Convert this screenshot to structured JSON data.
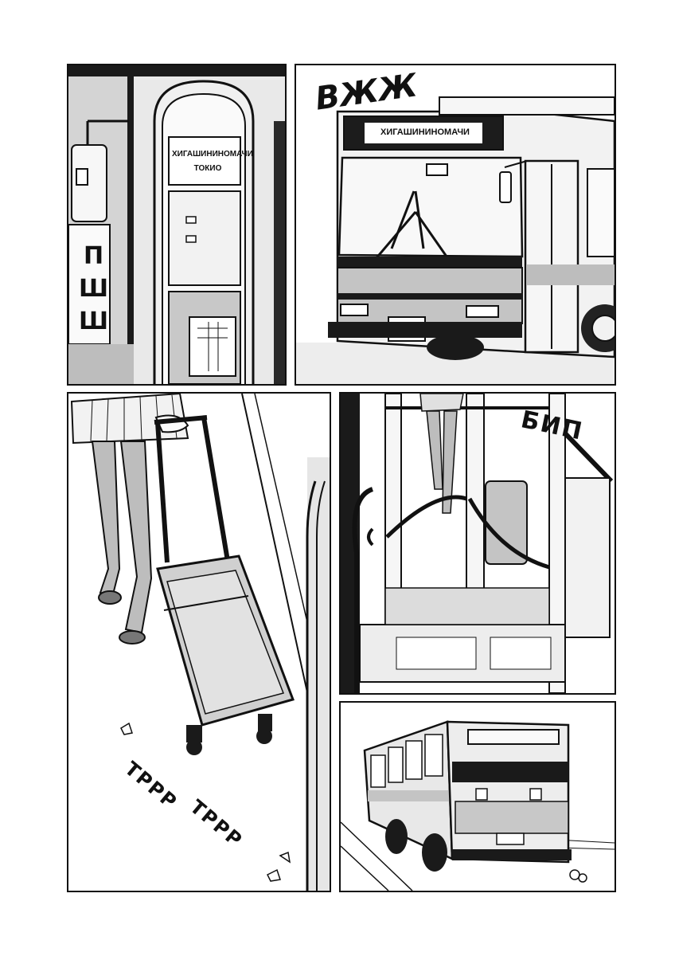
{
  "panel1": {
    "stop_sign_line1": "ХИГАШИНИНОМАЧИ",
    "stop_sign_line2": "ТОКИО",
    "sfx_door": "ПШШ"
  },
  "panel2": {
    "sfx_arrival": "ВЖЖ",
    "bus_destination": "ХИГАШИНИНОМАЧИ"
  },
  "panel3": {
    "sfx_wheels_1": "ТРРР",
    "sfx_wheels_2": "ТРРР"
  },
  "panel4": {
    "sfx_beep": "БИП"
  },
  "colors": {
    "ink": "#111111",
    "paper": "#ffffff",
    "screentone": "#bdbdbd",
    "light_tone": "#e6e6e6"
  }
}
